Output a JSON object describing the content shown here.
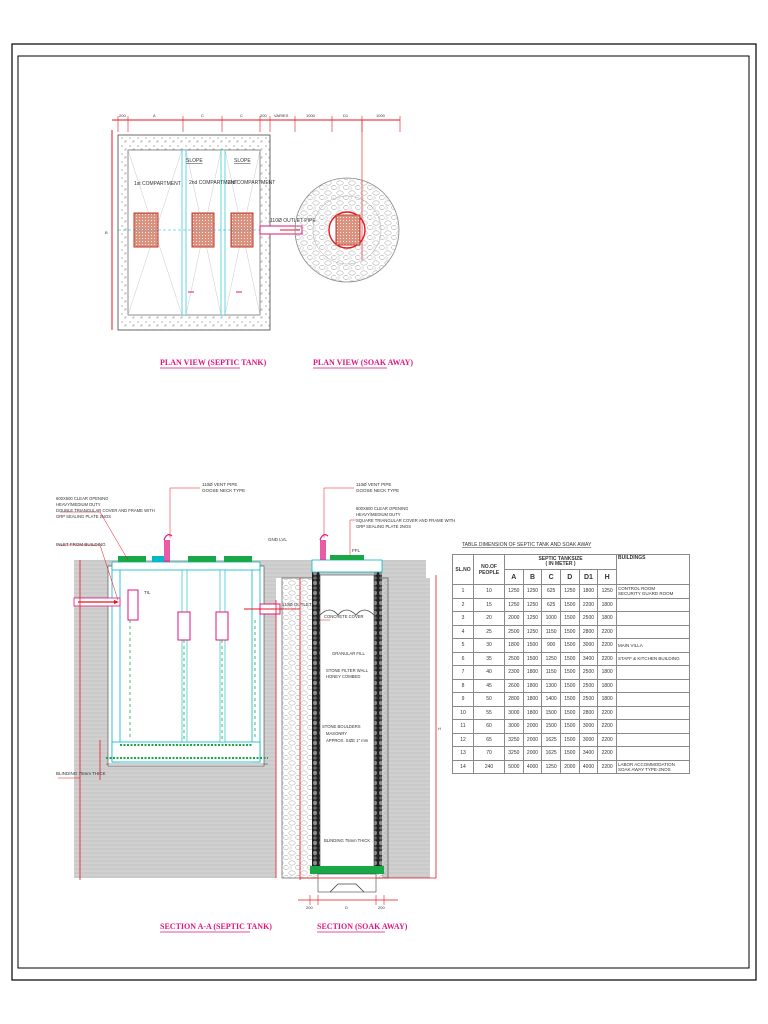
{
  "titles": {
    "plan_septic": "PLAN VIEW (SEPTIC TANK)",
    "plan_soak": "PLAN VIEW (SOAK AWAY)",
    "section_septic": "SECTION A-A (SEPTIC TANK)",
    "section_soak": "SECTION (SOAK AWAY)"
  },
  "plan_labels": {
    "comp1": "1st COMPARTMENT",
    "comp2": "2nd COMPARTMENT",
    "comp3": "3rd COMPARTMENT",
    "slope1": "SLOPE",
    "slope2": "SLOPE",
    "outlet": "110Ø OUTLET PIPE",
    "dim_top": [
      "200",
      "A",
      "C",
      "C",
      "200",
      "VARIES",
      "1000",
      "D1",
      "1000"
    ],
    "dim_side": "B"
  },
  "section_labels": {
    "vent1": "110Ø VENT PIPE",
    "vent1b": "GOOSE NECK TYPE",
    "vent2": "110Ø VENT PIPE",
    "vent2b": "GOOSE NECK TYPE",
    "cover1a": "600X600 CLEAR OPENING",
    "cover1b": "HEAVY/MEDIUM DUTY",
    "cover1c": "DOUBLE TRIANGULAR COVER AND FRAME WITH",
    "cover1d": "GRP SEALING PLATE 2NOS",
    "cover2a": "600X600 CLEAR OPENING",
    "cover2b": "HEAVY/MEDIUM DUTY",
    "cover2c": "SQUARE TRIANGULAR COVER AND FRAME WITH",
    "cover2d": "GRP SEALING PLATE 2NOS",
    "inlet": "INLET FROM BUILDING",
    "gnd": "GND LVL",
    "ffl": "FFL",
    "til": "TIL",
    "outlet": "110Ø OUTLET PIPE",
    "concrete": "CONCRETE COVER",
    "granular": "GRANULAR FILL",
    "stone1": "STONE FILTER WALL",
    "stone2": "HONEY COMBED",
    "stonebed1": "STONE BOULDERS",
    "stonebed2": "MASONRY",
    "stonebed3": "APPROX. SIZE 1\" mm",
    "blinding1": "BLINDING 75mm THICK",
    "blinding2": "BLINDING 75mm THICK",
    "dim_bottom": [
      "200",
      "D",
      "200"
    ],
    "h_label": "H"
  },
  "table": {
    "title": "TABLE DIMENSION OF SEPTIC TANK AND SOAK AWAY",
    "col_slno": "SL.NO",
    "col_people": "NO.OF PEOPLE",
    "col_group": "SEPTIC TANKSIZE",
    "col_group_sub": "( IN METER )",
    "col_buildings": "BUILDINGS",
    "sub_cols": [
      "A",
      "B",
      "C",
      "D",
      "D1",
      "H"
    ],
    "rows": [
      {
        "sl": "1",
        "people": "10",
        "v": [
          "1250",
          "1250",
          "625",
          "1250",
          "1800",
          "1250"
        ],
        "bld": [
          "CONTROL ROOM",
          "SECURITY GUARD ROOM"
        ]
      },
      {
        "sl": "2",
        "people": "15",
        "v": [
          "1250",
          "1250",
          "625",
          "1500",
          "2200",
          "1800"
        ],
        "bld": []
      },
      {
        "sl": "3",
        "people": "20",
        "v": [
          "2000",
          "1250",
          "1000",
          "1500",
          "2500",
          "1800"
        ],
        "bld": []
      },
      {
        "sl": "4",
        "people": "25",
        "v": [
          "2500",
          "1250",
          "1150",
          "1500",
          "2800",
          "2200"
        ],
        "bld": []
      },
      {
        "sl": "5",
        "people": "30",
        "v": [
          "1800",
          "1500",
          "900",
          "1500",
          "3000",
          "2200"
        ],
        "bld": [
          "MAIN VILLA"
        ]
      },
      {
        "sl": "6",
        "people": "35",
        "v": [
          "2500",
          "1500",
          "1250",
          "1500",
          "3400",
          "2200"
        ],
        "bld": [
          "STAFF & KITCHEN BUILDING"
        ]
      },
      {
        "sl": "7",
        "people": "40",
        "v": [
          "2300",
          "1800",
          "1150",
          "1500",
          "2500",
          "1800"
        ],
        "bld": []
      },
      {
        "sl": "8",
        "people": "45",
        "v": [
          "2600",
          "1800",
          "1300",
          "1500",
          "2500",
          "1800"
        ],
        "bld": []
      },
      {
        "sl": "9",
        "people": "50",
        "v": [
          "2800",
          "1800",
          "1400",
          "1500",
          "2500",
          "1800"
        ],
        "bld": []
      },
      {
        "sl": "10",
        "people": "55",
        "v": [
          "3000",
          "1800",
          "1500",
          "1500",
          "2800",
          "2200"
        ],
        "bld": []
      },
      {
        "sl": "11",
        "people": "60",
        "v": [
          "3000",
          "2000",
          "1500",
          "1500",
          "3000",
          "2200"
        ],
        "bld": []
      },
      {
        "sl": "12",
        "people": "65",
        "v": [
          "3250",
          "2000",
          "1625",
          "1500",
          "3000",
          "2200"
        ],
        "bld": []
      },
      {
        "sl": "13",
        "people": "70",
        "v": [
          "3250",
          "2000",
          "1625",
          "1500",
          "3400",
          "2200"
        ],
        "bld": []
      },
      {
        "sl": "14",
        "people": "240",
        "v": [
          "5000",
          "4000",
          "1250",
          "2000",
          "4000",
          "2200"
        ],
        "bld": [
          "LABOR ACCOMMODATION",
          "SOAK AWAY TYPE-2NOS"
        ]
      }
    ]
  },
  "colors": {
    "red": "#e8141e",
    "cyan": "#00b8c8",
    "magenta": "#e0157e",
    "green": "#18a848"
  }
}
